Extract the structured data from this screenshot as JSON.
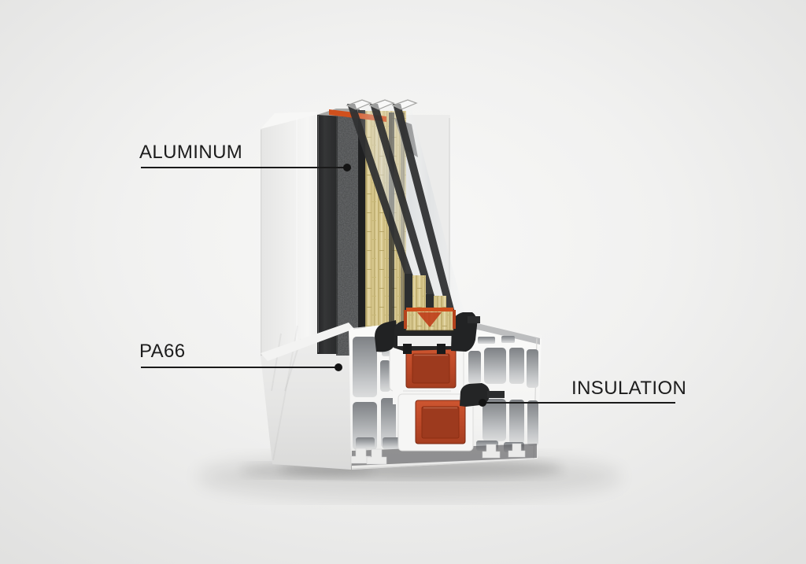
{
  "figure": {
    "alt": "3D cutaway render of an insulated aluminum window frame profile corner section"
  },
  "callouts": {
    "aluminum": {
      "label": "ALUMINUM"
    },
    "pa66": {
      "label": "PA66"
    },
    "insulation": {
      "label": "INSULATION"
    }
  },
  "colors": {
    "background": "#f1f1f0",
    "label_text": "#1c1c1c",
    "leader_line": "#1a1a1a",
    "foam_core": "#47494a",
    "frame_black": "#2a2b2c",
    "wool_yellow": "#d6c68c",
    "orange_accent": "#d0501d",
    "red_outer": "#bc4928",
    "red_inner": "#9d3a1e",
    "profile_white": "#f7f7f6"
  }
}
